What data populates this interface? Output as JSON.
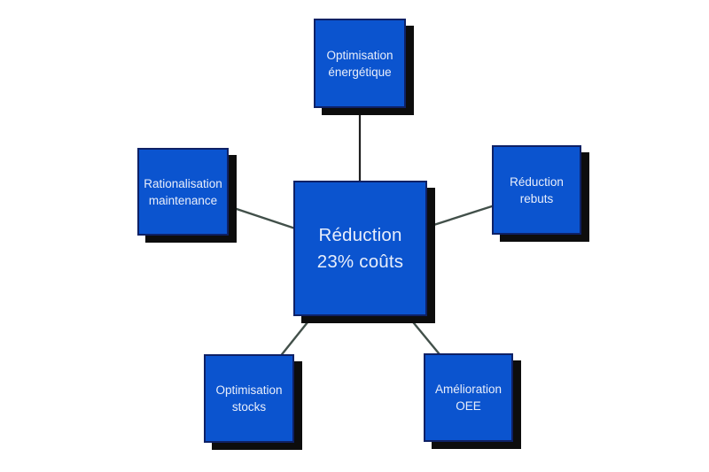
{
  "colors": {
    "box_fill": "#0b54cf",
    "box_border": "#0e2166",
    "box_shadow": "#0d0d0d",
    "connector": "#42504a",
    "connector_vertical": "#1f1f1f",
    "text": "#e8eefb",
    "background": "#ffffff"
  },
  "diagram": {
    "center_node": {
      "line1": "Réduction",
      "line2": "23% coûts"
    },
    "satellite_nodes": [
      {
        "key": "optimisation-energetique",
        "line1": "Optimisation",
        "line2": "énergétique"
      },
      {
        "key": "rationalisation-maintenance",
        "line1": "Rationalisation",
        "line2": "maintenance"
      },
      {
        "key": "reduction-rebuts",
        "line1": "Réduction",
        "line2": "rebuts"
      },
      {
        "key": "optimisation-stocks",
        "line1": "Optimisation",
        "line2": "stocks"
      },
      {
        "key": "amelioration-oee",
        "line1": "Amélioration",
        "line2": "OEE"
      }
    ]
  }
}
